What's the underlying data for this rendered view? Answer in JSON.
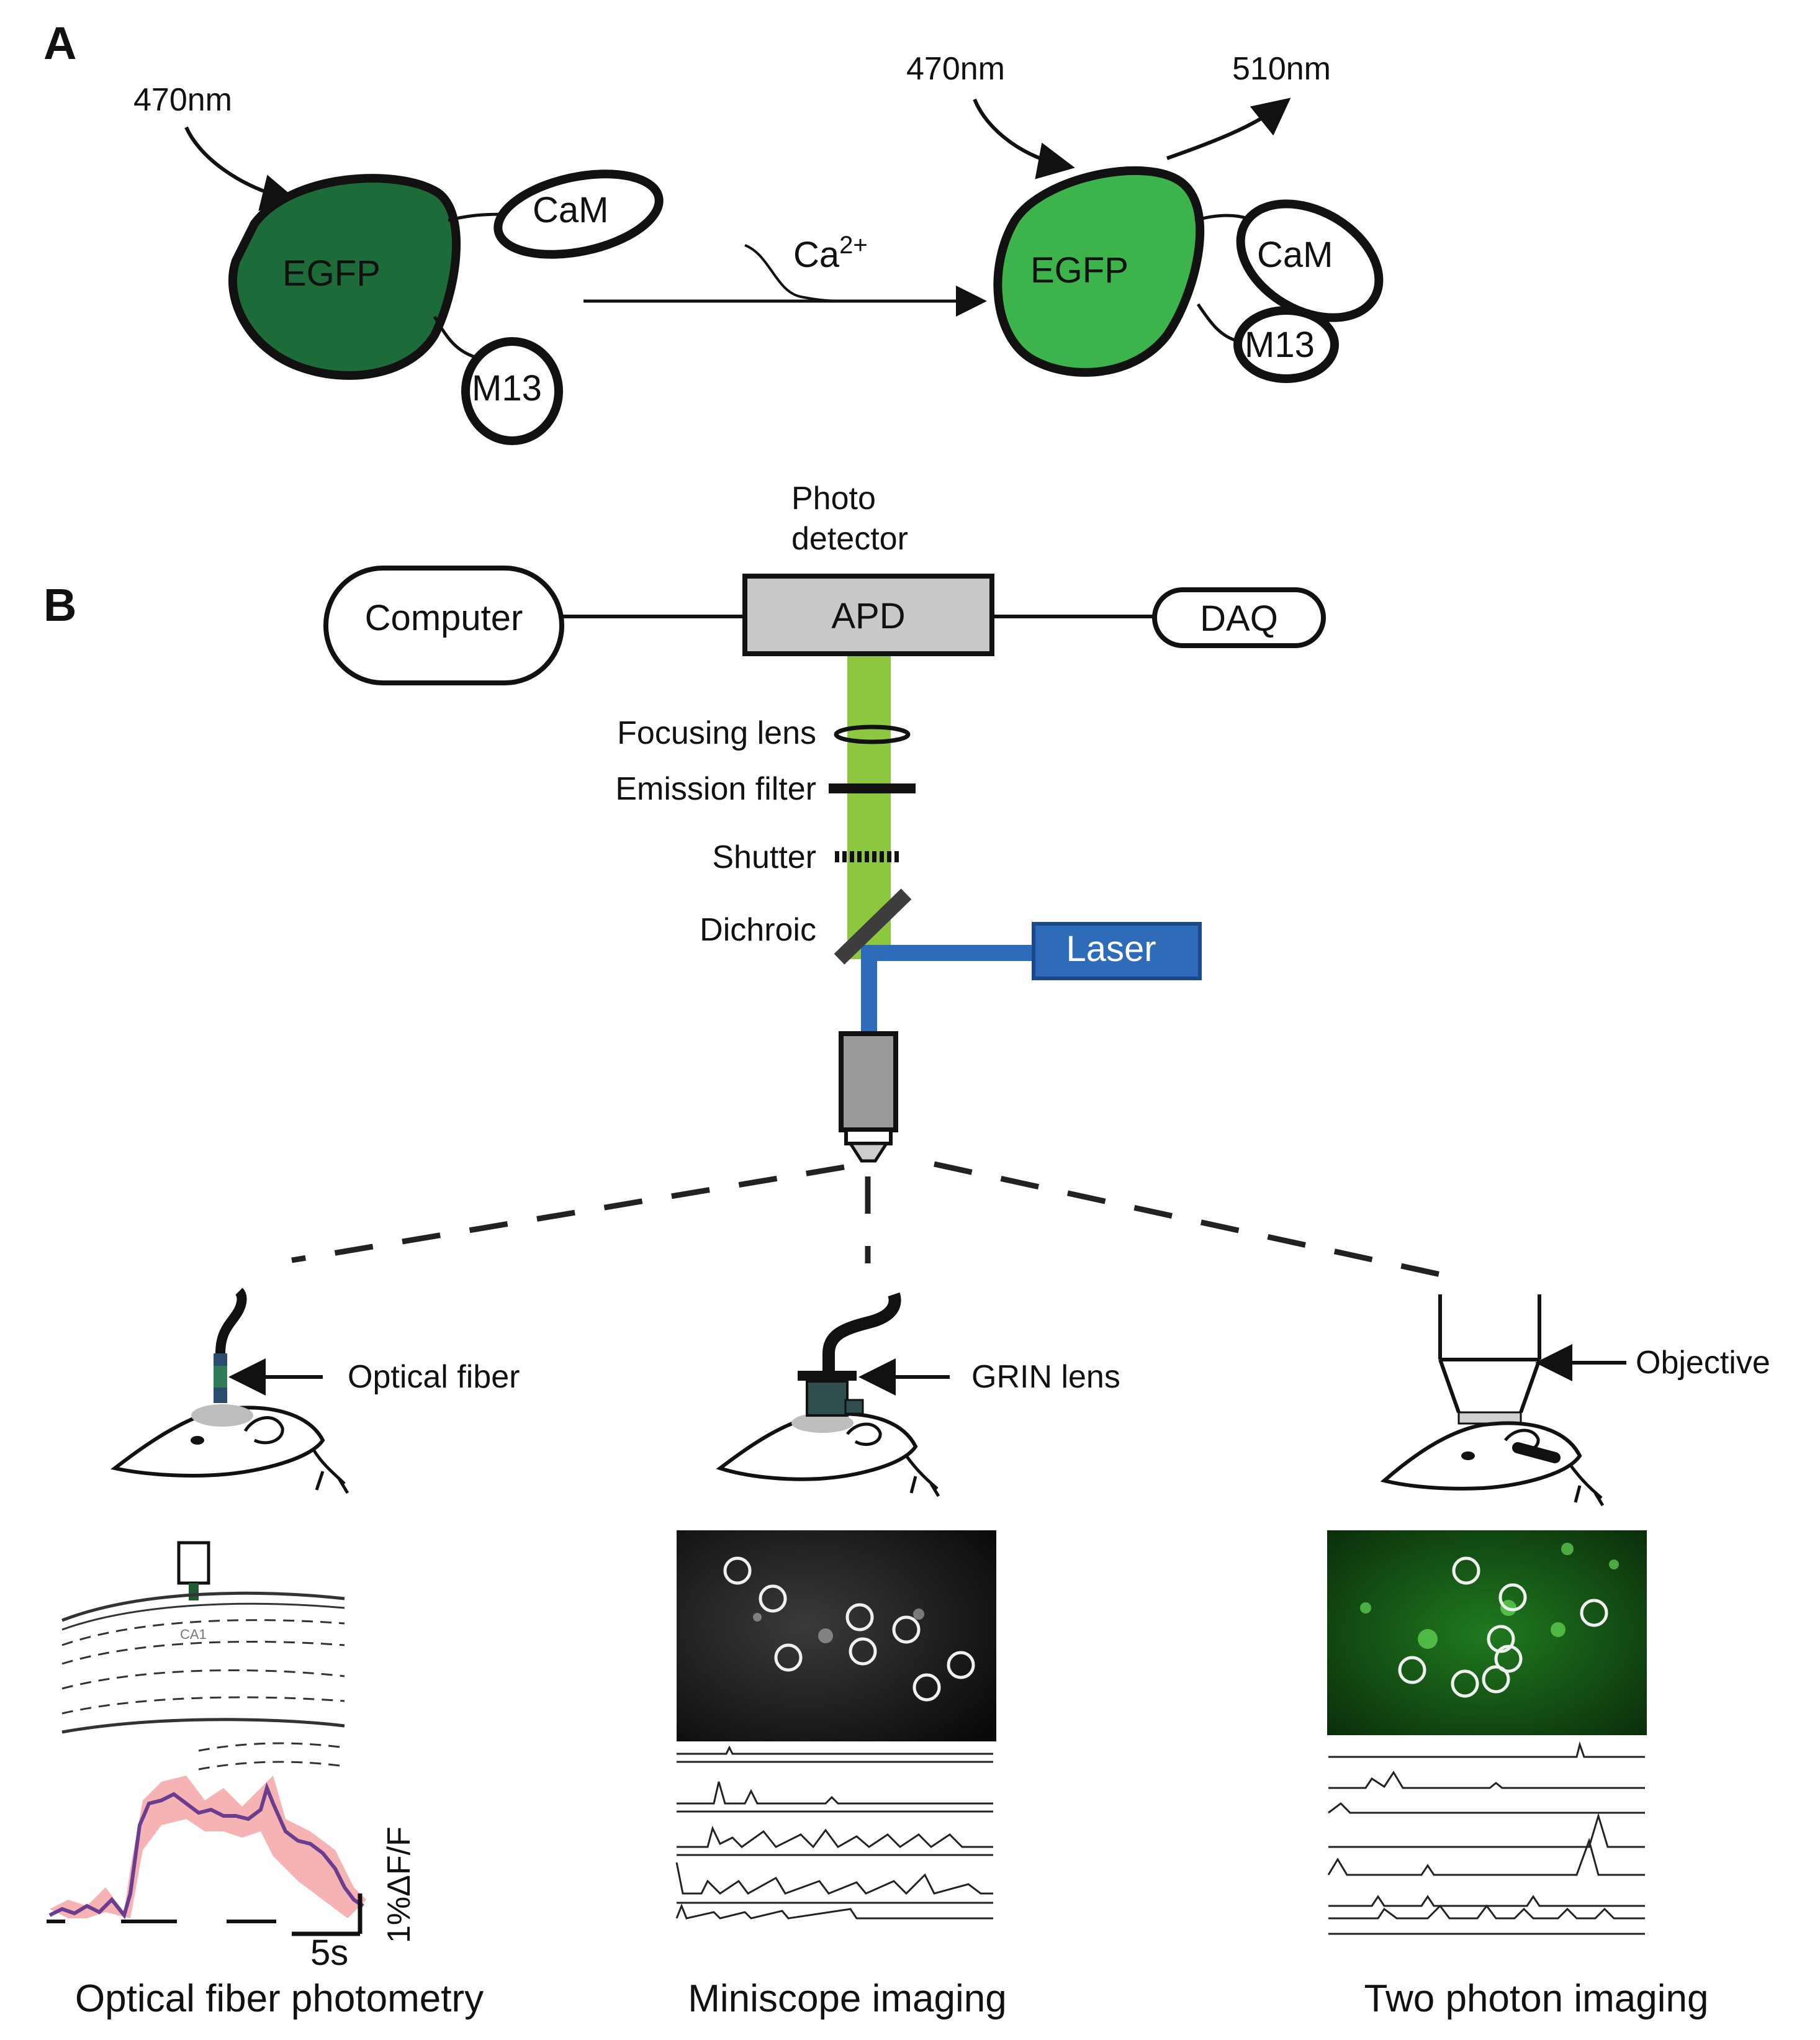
{
  "panel_a": {
    "letter": "A",
    "inactive": {
      "excitation": "470nm",
      "fluorophore": "EGFP",
      "domain_cam": "CaM",
      "domain_m13": "M13"
    },
    "transition": {
      "ion": "Ca",
      "ion_charge": "2+"
    },
    "active": {
      "excitation": "470nm",
      "emission": "510nm",
      "fluorophore": "EGFP",
      "domain_cam": "CaM",
      "domain_m13": "M13"
    }
  },
  "panel_b": {
    "letter": "B",
    "computer": "Computer",
    "detector_title_line1": "Photo",
    "detector_title_line2": "detector",
    "apd": "APD",
    "daq": "DAQ",
    "focusing_lens": "Focusing lens",
    "emission_filter": "Emission filter",
    "shutter": "Shutter",
    "dichroic": "Dichroic",
    "laser": "Laser"
  },
  "methods": {
    "fiber": {
      "pointer_label": "Optical fiber",
      "region_label": "CA1",
      "scale_y": "1%ΔF/F",
      "scale_x": "5s",
      "caption": "Optical fiber photometry"
    },
    "miniscope": {
      "pointer_label": "GRIN lens",
      "caption": "Miniscope imaging"
    },
    "two_photon": {
      "pointer_label": "Objective",
      "caption": "Two photon imaging"
    }
  },
  "colors": {
    "egfp_dim": "#1e6b3a",
    "egfp_bright": "#3cb44b",
    "emission_beam": "#8dc63f",
    "laser_beam": "#2e6bb8",
    "laser_box": "#2e6bb8",
    "apd_fill": "#c8c8c8",
    "trace_mean": "#6a3d8f",
    "trace_sem": "#f08080"
  }
}
